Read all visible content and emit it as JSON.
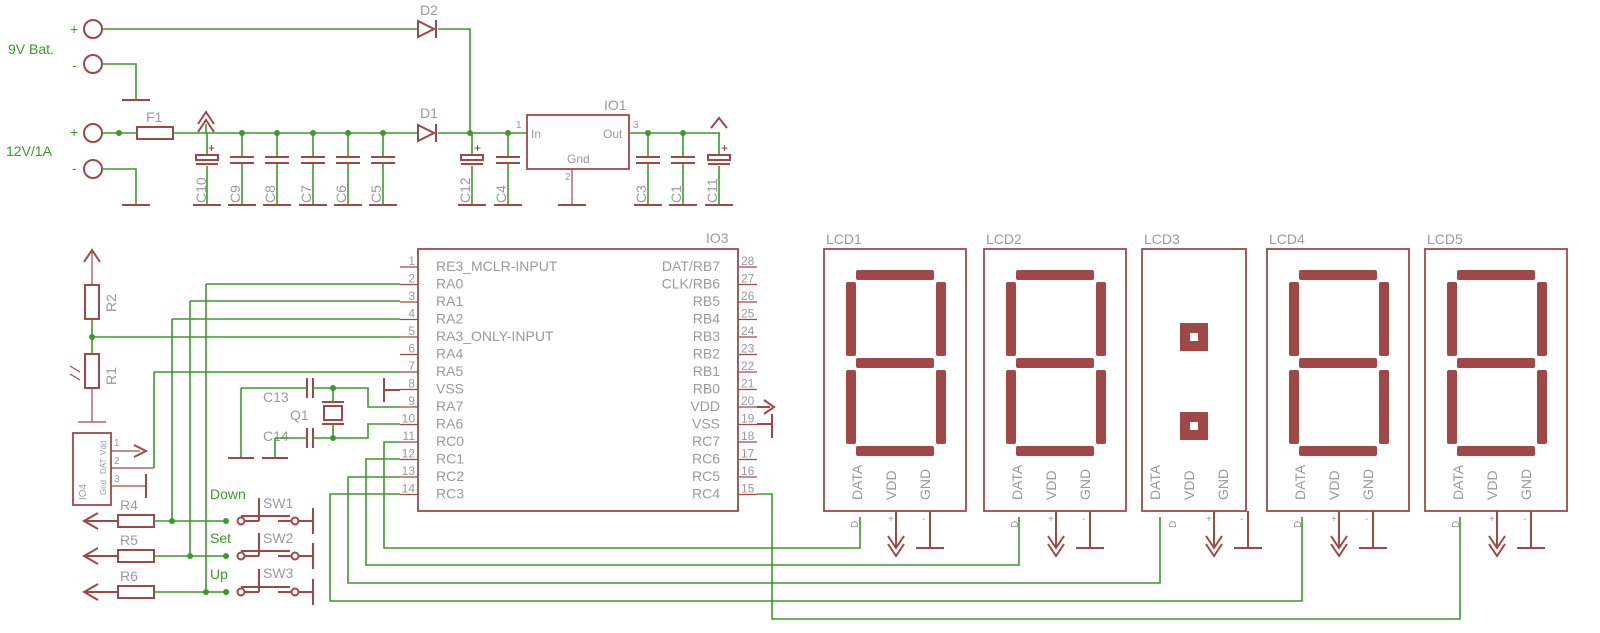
{
  "power": {
    "battery_label": "9V Bat.",
    "supply_label": "12V/1A",
    "plus": "+",
    "minus": "-",
    "fuse": "F1",
    "diode1": "D1",
    "diode2": "D2",
    "regulator": {
      "name": "IO1",
      "in_label": "In",
      "out_label": "Out",
      "gnd_label": "Gnd",
      "pin_in": "1",
      "pin_gnd": "2",
      "pin_out": "3"
    },
    "caps_left": [
      "C10",
      "C9",
      "C8",
      "C7",
      "C6",
      "C5"
    ],
    "caps_mid": [
      "C12",
      "C4"
    ],
    "caps_right": [
      "C3",
      "C1",
      "C11"
    ]
  },
  "mcu": {
    "name": "IO3",
    "left_pins": [
      {
        "num": "1",
        "name": "RE3_MCLR-INPUT"
      },
      {
        "num": "2",
        "name": "RA0"
      },
      {
        "num": "3",
        "name": "RA1"
      },
      {
        "num": "4",
        "name": "RA2"
      },
      {
        "num": "5",
        "name": "RA3_ONLY-INPUT"
      },
      {
        "num": "6",
        "name": "RA4"
      },
      {
        "num": "7",
        "name": "RA5"
      },
      {
        "num": "8",
        "name": "VSS"
      },
      {
        "num": "9",
        "name": "RA7"
      },
      {
        "num": "10",
        "name": "RA6"
      },
      {
        "num": "11",
        "name": "RC0"
      },
      {
        "num": "12",
        "name": "RC1"
      },
      {
        "num": "13",
        "name": "RC2"
      },
      {
        "num": "14",
        "name": "RC3"
      }
    ],
    "right_pins": [
      {
        "num": "28",
        "name": "DAT/RB7"
      },
      {
        "num": "27",
        "name": "CLK/RB6"
      },
      {
        "num": "26",
        "name": "RB5"
      },
      {
        "num": "25",
        "name": "RB4"
      },
      {
        "num": "24",
        "name": "RB3"
      },
      {
        "num": "23",
        "name": "RB2"
      },
      {
        "num": "22",
        "name": "RB1"
      },
      {
        "num": "21",
        "name": "RB0"
      },
      {
        "num": "20",
        "name": "VDD"
      },
      {
        "num": "19",
        "name": "VSS"
      },
      {
        "num": "18",
        "name": "RC7"
      },
      {
        "num": "17",
        "name": "RC6"
      },
      {
        "num": "16",
        "name": "RC5"
      },
      {
        "num": "15",
        "name": "RC4"
      }
    ]
  },
  "left_parts": {
    "r1": "R1",
    "r2": "R2",
    "r4": "R4",
    "r5": "R5",
    "r6": "R6",
    "c13": "C13",
    "c14": "C14",
    "q1": "Q1",
    "sensor": {
      "name": "IO4",
      "vdd": "Vdd",
      "dat": "DAT",
      "gnd": "Gnd",
      "p1": "1",
      "p2": "2",
      "p3": "3"
    }
  },
  "buttons": [
    {
      "net": "Down",
      "name": "SW1"
    },
    {
      "net": "Set",
      "name": "SW2"
    },
    {
      "net": "Up",
      "name": "SW3"
    }
  ],
  "displays": [
    {
      "name": "LCD1",
      "type": "digit"
    },
    {
      "name": "LCD2",
      "type": "digit"
    },
    {
      "name": "LCD3",
      "type": "colon"
    },
    {
      "name": "LCD4",
      "type": "digit"
    },
    {
      "name": "LCD5",
      "type": "digit"
    }
  ],
  "display_pins": {
    "data": "DATA",
    "vdd": "VDD",
    "gnd": "GND",
    "d": "D",
    "plus": "+",
    "minus": "-"
  },
  "colors": {
    "wire": "#3a9a2a",
    "symbol": "#a04848",
    "label": "#9a9a9a",
    "net_label": "#3a9a2a"
  }
}
